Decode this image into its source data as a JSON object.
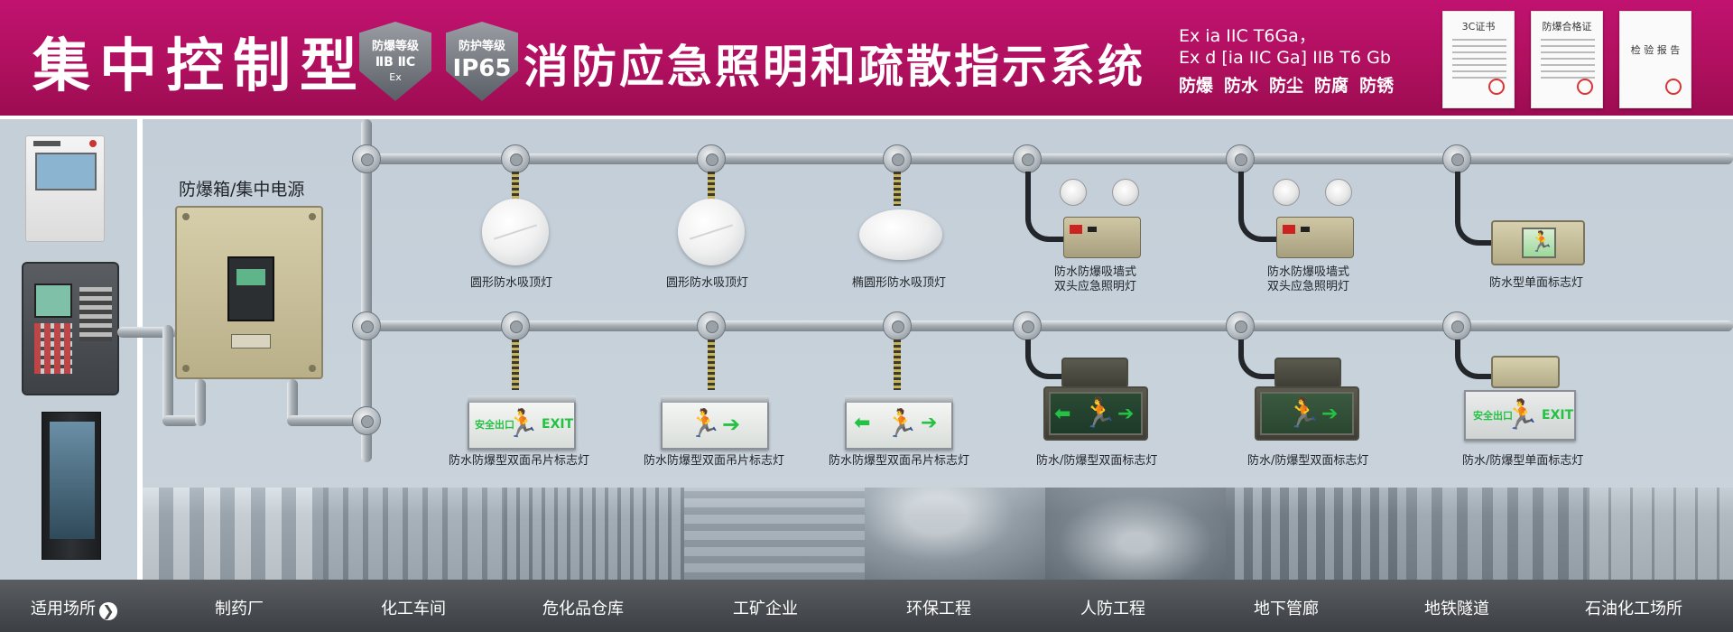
{
  "header": {
    "title_main": "集中控制型",
    "badge_explosion": {
      "line1": "防爆等级",
      "line2": "ⅡB ⅡC",
      "line3": "Ex"
    },
    "badge_protection": {
      "line1": "防护等级",
      "line2": "IP65"
    },
    "title_system": "消防应急照明和疏散指示系统",
    "spec_line1": "Ex ia IIC T6Ga，",
    "spec_line2": "Ex d [ia IIC Ga] IIB T6 Gb",
    "features": [
      "防爆",
      "防水",
      "防尘",
      "防腐",
      "防锈"
    ],
    "certificates": [
      "3C证书",
      "防爆合格证",
      "检 验 报 告"
    ]
  },
  "diagram": {
    "panel_title": "防爆箱/集中电源",
    "upper_fixtures": [
      {
        "label": "圆形防水吸顶灯"
      },
      {
        "label": "圆形防水吸顶灯"
      },
      {
        "label": "椭圆形防水吸顶灯"
      },
      {
        "label_line1": "防水防爆吸墙式",
        "label_line2": "双头应急照明灯"
      },
      {
        "label_line1": "防水防爆吸墙式",
        "label_line2": "双头应急照明灯"
      },
      {
        "label": "防水型单面标志灯"
      }
    ],
    "lower_fixtures": [
      {
        "label": "防水防爆型双面吊片标志灯"
      },
      {
        "label": "防水防爆型双面吊片标志灯"
      },
      {
        "label": "防水防爆型双面吊片标志灯"
      },
      {
        "label": "防水/防爆型双面标志灯"
      },
      {
        "label": "防水/防爆型双面标志灯"
      },
      {
        "label": "防水/防爆型单面标志灯"
      }
    ],
    "sign_texts": {
      "exit_cn": "安全出口",
      "exit_en": "EXIT",
      "run_glyph": "🏃",
      "arrow_right": "➔",
      "arrow_left": "⬅"
    }
  },
  "applicable": {
    "intro": "适用场所",
    "arrow": "❯",
    "places": [
      "制药厂",
      "化工车间",
      "危化品仓库",
      "工矿企业",
      "环保工程",
      "人防工程",
      "地下管廊",
      "地铁隧道",
      "石油化工场所"
    ]
  },
  "colors": {
    "header_bg": "#b0105f",
    "sign_green": "#23c243",
    "bottom_bar": "#45484c"
  }
}
